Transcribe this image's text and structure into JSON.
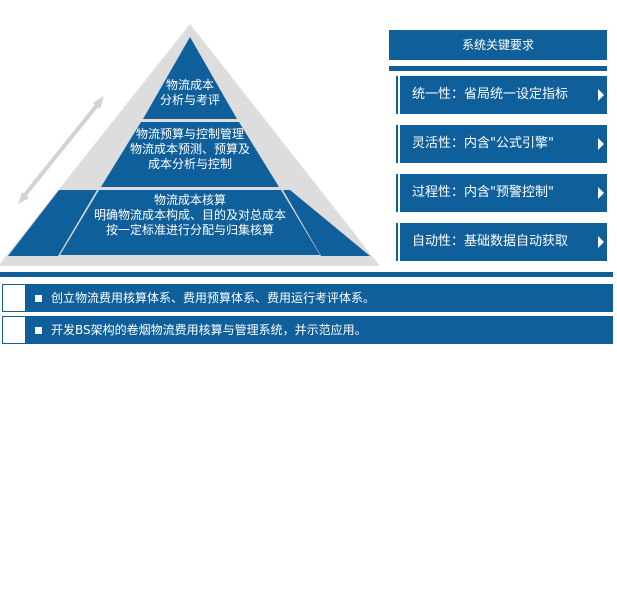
{
  "pyramid": {
    "top": [
      "物流成本",
      "分析与考评"
    ],
    "middle": [
      "物流预算与控制管理",
      "物流成本预测、预算及",
      "成本分析与控制"
    ],
    "bottom": [
      "物流成本核算",
      "明确物流成本构成、目的及对总成本",
      "按一定标准进行分配与归集核算"
    ]
  },
  "requirements": {
    "title": "系统关键要求",
    "items": [
      "统一性：省局统一设定指标",
      "灵活性：内含\"公式引擎\"",
      "过程性：内含\"预警控制\"",
      "自动性：基础数据自动获取"
    ]
  },
  "goals": [
    "创立物流费用核算体系、费用预算体系、费用运行考评体系。",
    "开发BS架构的卷烟物流费用核算与管理系统，并示范应用。"
  ],
  "colors": {
    "primary": "#0f5f9b",
    "frame": "#dcdcdc"
  }
}
